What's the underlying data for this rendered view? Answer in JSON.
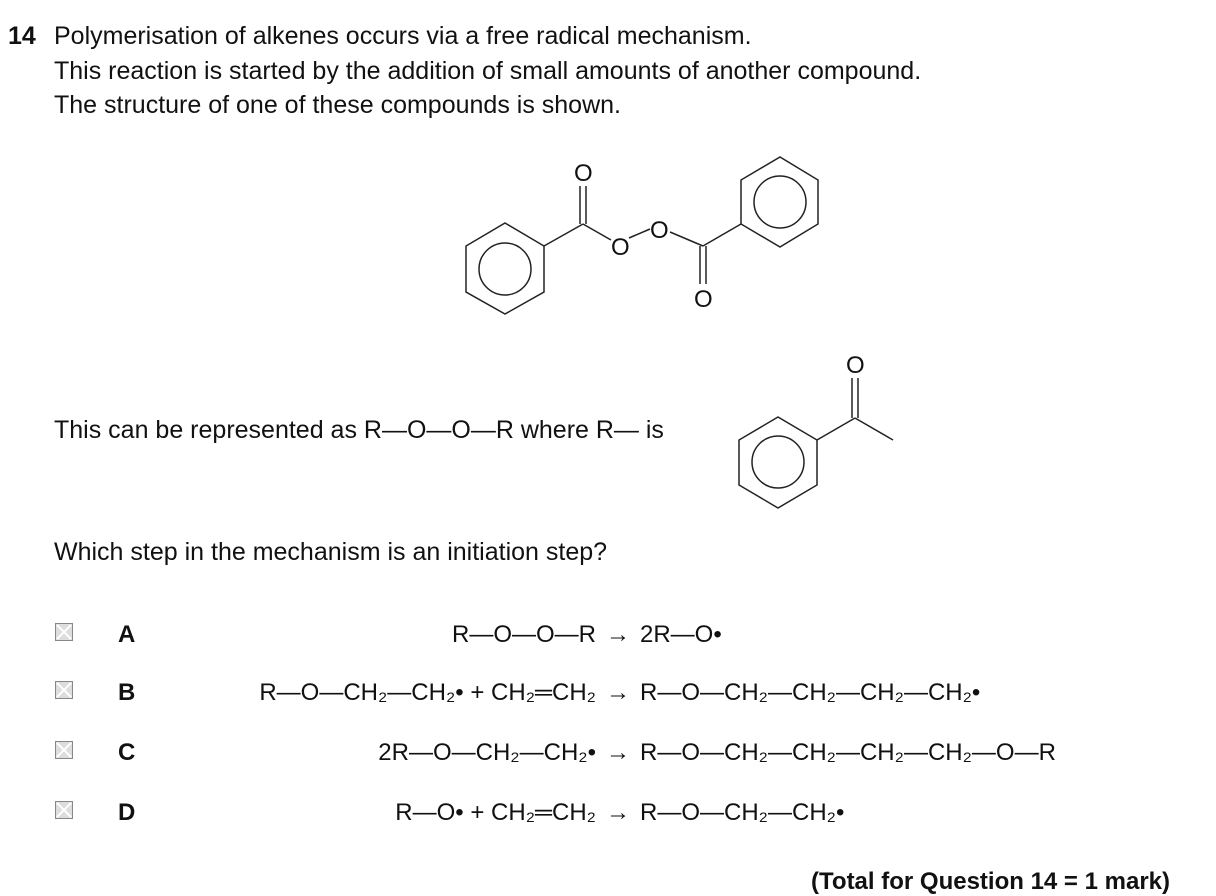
{
  "question": {
    "number": "14",
    "lines": [
      "Polymerisation of alkenes occurs via a free radical mechanism.",
      "This reaction is started by the addition of small amounts of another compound.",
      "The structure of one of these compounds is shown."
    ],
    "representation": "This can be represented as R—O—O—R where R— is",
    "prompt": "Which step in the mechanism is an initiation step?"
  },
  "structure_labels": {
    "oxygen": "O"
  },
  "options": [
    {
      "letter": "A",
      "lhs": "R—O—O—R",
      "arrow": "→",
      "rhs": "2R—O•"
    },
    {
      "letter": "B",
      "lhs": "R—O—CH₂—CH₂• + CH₂═CH₂",
      "arrow": "→",
      "rhs": "R—O—CH₂—CH₂—CH₂—CH₂•"
    },
    {
      "letter": "C",
      "lhs": "2R—O—CH₂—CH₂•",
      "arrow": "→",
      "rhs": "R—O—CH₂—CH₂—CH₂—CH₂—O—R"
    },
    {
      "letter": "D",
      "lhs": "R—O• + CH₂═CH₂",
      "arrow": "→",
      "rhs": "R—O—CH₂—CH₂•"
    }
  ],
  "total": "(Total for Question 14 = 1 mark)"
}
